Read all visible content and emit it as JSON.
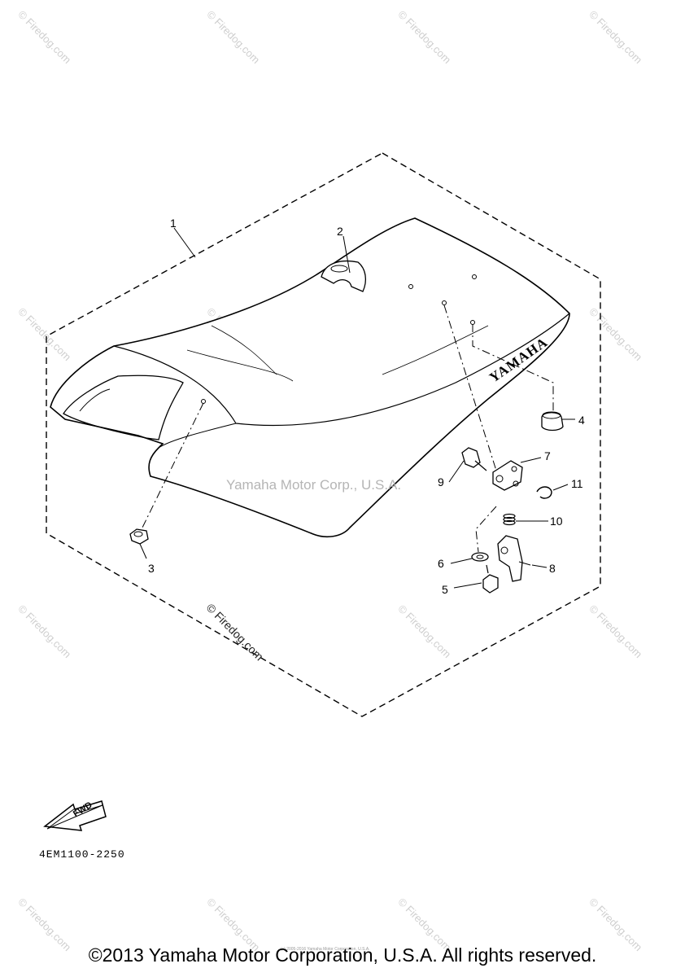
{
  "watermark": {
    "text": "© Firedog.com",
    "center_text": "Yamaha Motor Corp., U.S.A."
  },
  "diagram": {
    "callouts": [
      "1",
      "2",
      "3",
      "4",
      "5",
      "6",
      "7",
      "8",
      "9",
      "10",
      "11"
    ],
    "seat_logo": "YAMAHA",
    "fwd_label": "FWD",
    "firedog_inline": "© Firedog.com",
    "part_code": "4EM1100-2250"
  },
  "footer": {
    "copyright": "©2013 Yamaha Motor Corporation, U.S.A. All rights reserved.",
    "tiny_note": "(c) 2005-2016 Yamaha Motor Corporation, U.S.A."
  }
}
